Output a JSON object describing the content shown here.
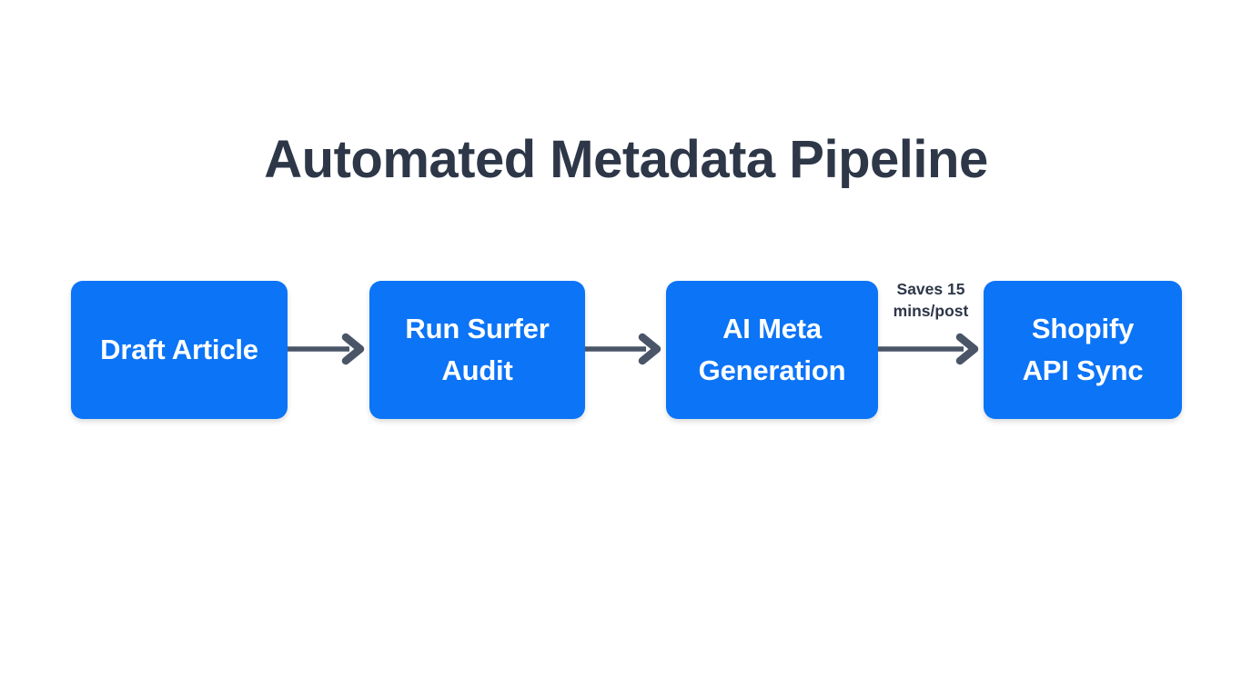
{
  "diagram": {
    "title": "Automated Metadata Pipeline",
    "type": "flowchart",
    "orientation": "left-to-right",
    "background_color": "#ffffff",
    "title_color": "#2d3748",
    "node_fill_color": "#0b74f7",
    "node_text_color": "#ffffff",
    "arrow_color": "#4a5568",
    "edge_label_color": "#2d3748",
    "nodes": [
      {
        "id": "node-1",
        "label": "Draft Article"
      },
      {
        "id": "node-2",
        "label": "Run Surfer\nAudit"
      },
      {
        "id": "node-3",
        "label": "AI Meta\nGeneration"
      },
      {
        "id": "node-4",
        "label": "Shopify\nAPI Sync"
      }
    ],
    "edges": [
      {
        "id": "edge-1",
        "from": "node-1",
        "to": "node-2",
        "label": ""
      },
      {
        "id": "edge-2",
        "from": "node-2",
        "to": "node-3",
        "label": ""
      },
      {
        "id": "edge-3",
        "from": "node-3",
        "to": "node-4",
        "label": "Saves 15\nmins/post"
      }
    ]
  }
}
